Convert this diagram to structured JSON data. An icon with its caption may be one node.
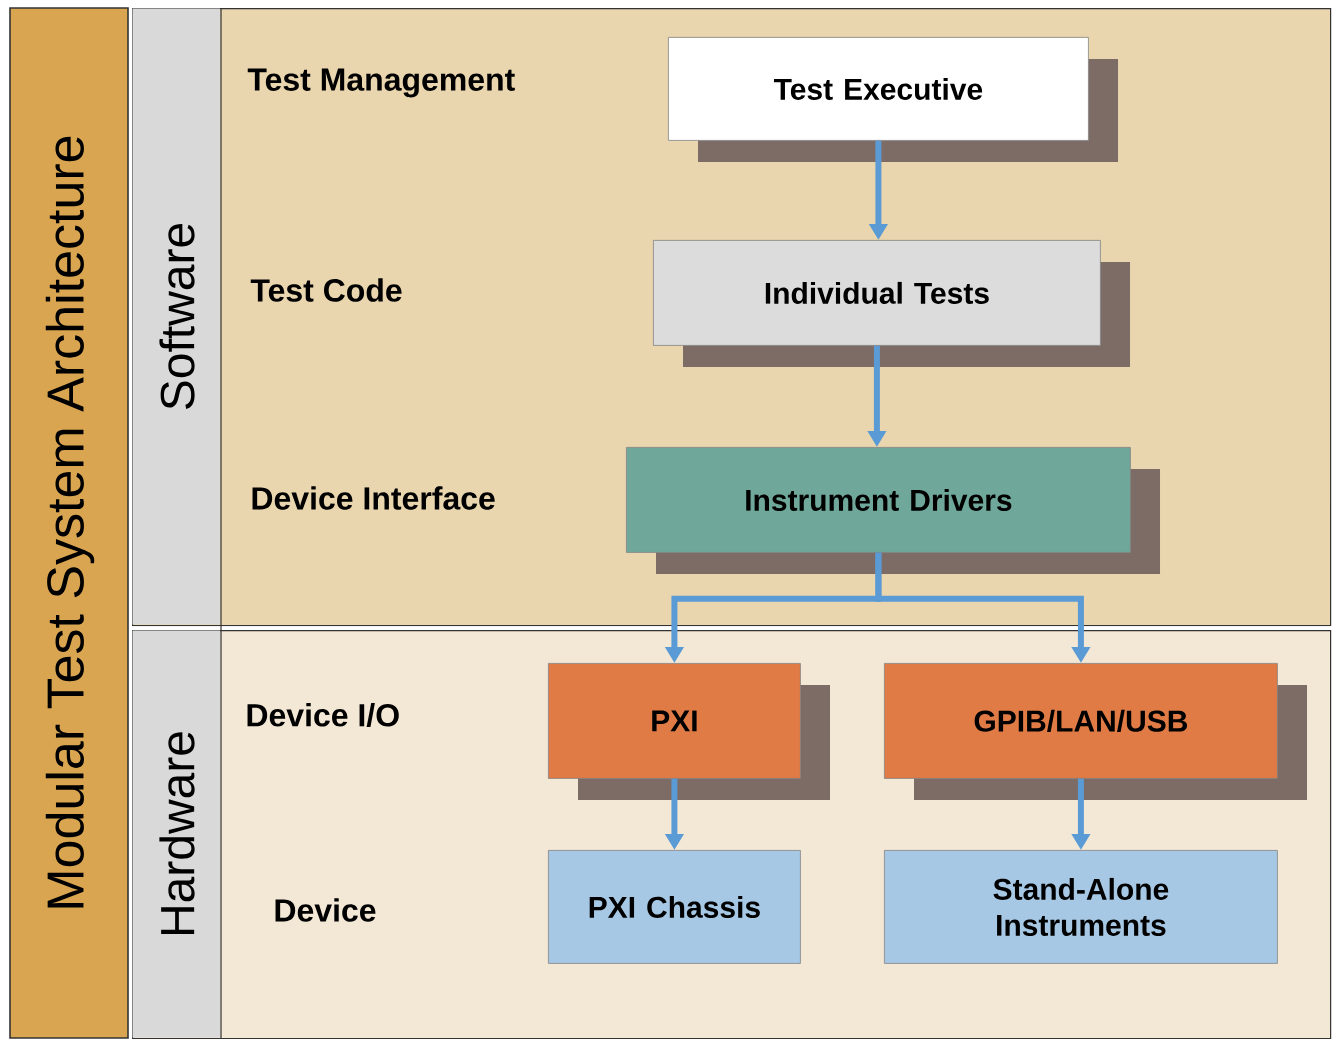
{
  "diagram": {
    "title": "Modular Test System Architecture",
    "nodes": [
      {
        "text": [
          "Software"
        ]
      },
      {
        "text": [
          "Hardware"
        ]
      },
      {
        "text": [
          "Test Executive"
        ],
        "in": 0
      },
      {
        "text": [
          "Individual Tests"
        ],
        "in": 0
      },
      {
        "text": [
          "Instrument Drivers"
        ],
        "in": 0
      },
      {
        "text": [
          "PXI"
        ],
        "in": 1
      },
      {
        "text": [
          "GPIB/LAN/USB"
        ],
        "in": 1
      },
      {
        "text": [
          "PXI Chassis"
        ],
        "in": 1
      },
      {
        "text": [
          "Stand-Alone Instruments"
        ],
        "in": 1
      }
    ],
    "edges": [
      {
        "from": 2,
        "to": 3,
        "arrow": "to"
      },
      {
        "from": 3,
        "to": 4,
        "arrow": "to"
      },
      {
        "from": 4,
        "to": 5,
        "arrow": "to"
      },
      {
        "from": 4,
        "to": 6,
        "arrow": "to"
      },
      {
        "from": 5,
        "to": 7,
        "arrow": "to"
      },
      {
        "from": 6,
        "to": 8,
        "arrow": "to"
      }
    ],
    "labels": [
      "Test Management",
      "Test Code",
      "Device Interface",
      "Device I/O",
      "Device"
    ]
  }
}
